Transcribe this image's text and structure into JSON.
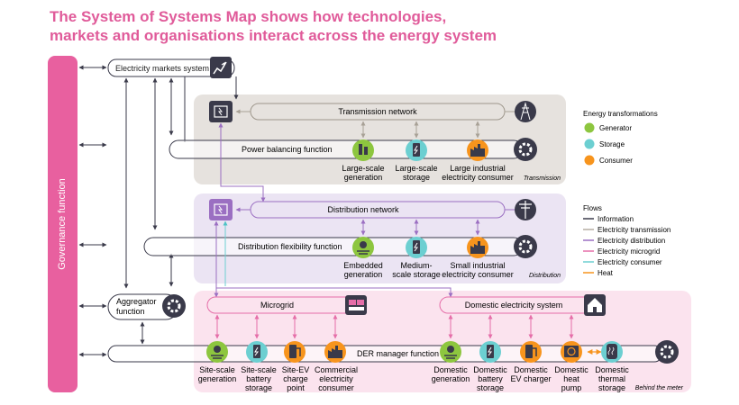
{
  "title": {
    "line1": "The System of Systems Map shows how technologies,",
    "line2": "markets and organisations interact across the energy system"
  },
  "governance": "Governance function",
  "markets": "Electricity markets system",
  "aggregator": {
    "line1": "Aggregator",
    "line2": "function"
  },
  "transmission": {
    "network": "Transmission network",
    "balancing": "Power balancing function",
    "tag": "Transmission",
    "items": [
      {
        "line1": "Large-scale",
        "line2": "generation"
      },
      {
        "line1": "Large-scale",
        "line2": "storage"
      },
      {
        "line1": "Large industrial",
        "line2": "electricity consumer"
      }
    ]
  },
  "distribution": {
    "network": "Distribution network",
    "flexibility": "Distribution flexibility function",
    "tag": "Distribution",
    "items": [
      {
        "line1": "Embedded",
        "line2": "generation"
      },
      {
        "line1": "Medium-",
        "line2": "scale storage"
      },
      {
        "line1": "Small industrial",
        "line2": "electricity consumer"
      }
    ]
  },
  "behind": {
    "microgrid": "Microgrid",
    "domestic_system": "Domestic electricity system",
    "der": "DER manager function",
    "tag": "Behind the meter",
    "items": [
      {
        "line1": "Site-scale",
        "line2": "generation",
        "line3": ""
      },
      {
        "line1": "Site-scale",
        "line2": "battery",
        "line3": "storage"
      },
      {
        "line1": "Site-EV",
        "line2": "charge",
        "line3": "point"
      },
      {
        "line1": "Commercial",
        "line2": "electricity",
        "line3": "consumer"
      },
      {
        "line1": "Domestic",
        "line2": "generation",
        "line3": ""
      },
      {
        "line1": "Domestic",
        "line2": "battery",
        "line3": "storage"
      },
      {
        "line1": "Domestic",
        "line2": "EV charger",
        "line3": ""
      },
      {
        "line1": "Domestic",
        "line2": "heat",
        "line3": "pump"
      },
      {
        "line1": "Domestic",
        "line2": "thermal",
        "line3": "storage"
      }
    ]
  },
  "legend": {
    "transformations_title": "Energy transformations",
    "transformations": [
      {
        "label": "Generator",
        "color": "#8dc63f"
      },
      {
        "label": "Storage",
        "color": "#6ccfd1"
      },
      {
        "label": "Consumer",
        "color": "#f7941d"
      }
    ],
    "flows_title": "Flows",
    "flows": [
      {
        "label": "Information",
        "color": "#3a3a4a"
      },
      {
        "label": "Electricity transmission",
        "color": "#b5aea3"
      },
      {
        "label": "Electricity distribution",
        "color": "#9b6fc2"
      },
      {
        "label": "Electricity microgrid",
        "color": "#e56ea8"
      },
      {
        "label": "Electricity consumer",
        "color": "#6ccfd1"
      },
      {
        "label": "Heat",
        "color": "#f7941d"
      }
    ]
  },
  "colors": {
    "title": "#e05b9a",
    "governance": "#e8609f",
    "transmission_bg": "#e6e2de",
    "distribution_bg": "#ebe4f3",
    "behind_bg": "#fbe3ee",
    "icon_dark": "#3a3a4a"
  }
}
